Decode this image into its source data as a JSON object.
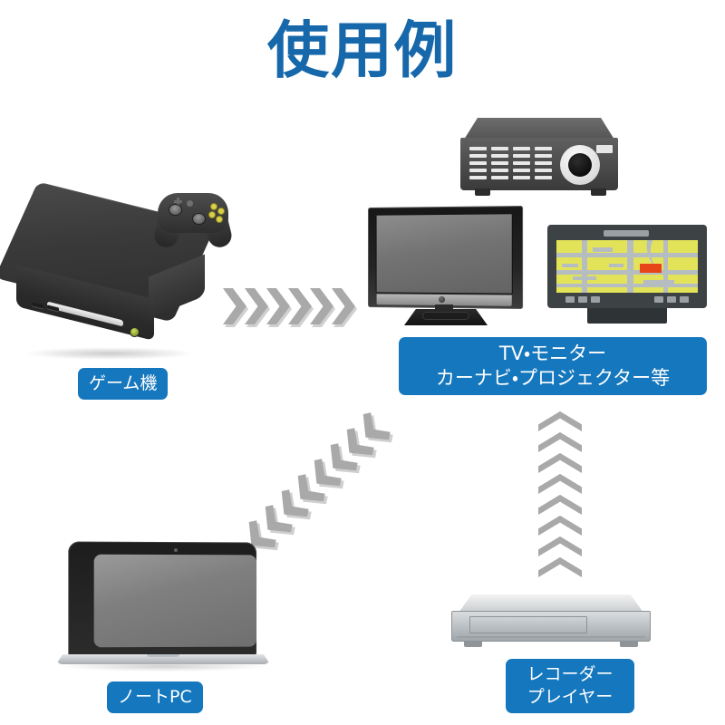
{
  "page": {
    "title": "使用例",
    "title_color": "#1668ab",
    "label_bg_color": "#1577bd",
    "arrow_color": "#a9a9a9",
    "background_color": "#ffffff"
  },
  "labels": {
    "game_console": "ゲーム機",
    "display_line1": "TV・モニター",
    "display_line2": "カーナビ・プロジェクター等",
    "laptop": "ノートPC",
    "recorder_line1": "レコーダー",
    "recorder_line2": "プレイヤー"
  },
  "devices": {
    "game_console": {
      "name": "ゲーム機",
      "icon": "game-console-icon"
    },
    "game_controller": {
      "name": "コントローラー",
      "icon": "game-controller-icon"
    },
    "television": {
      "name": "TV・モニター",
      "icon": "television-icon"
    },
    "projector": {
      "name": "プロジェクター",
      "icon": "projector-icon"
    },
    "car_navigation": {
      "name": "カーナビ",
      "icon": "car-navigation-icon"
    },
    "laptop": {
      "name": "ノートPC",
      "icon": "laptop-icon"
    },
    "recorder": {
      "name": "レコーダー・プレイヤー",
      "icon": "recorder-player-icon"
    }
  },
  "connections": [
    {
      "from": "ゲーム機",
      "to": "TV・モニター",
      "icon": "chevron-right-arrow",
      "direction": "right",
      "count": 6
    },
    {
      "from": "ノートPC",
      "to": "TV・モニター",
      "icon": "chevron-diagonal-arrow",
      "direction": "up-right",
      "count": 8
    },
    {
      "from": "レコーダー・プレイヤー",
      "to": "TV・モニター",
      "icon": "chevron-up-arrow",
      "direction": "up",
      "count": 8
    }
  ]
}
